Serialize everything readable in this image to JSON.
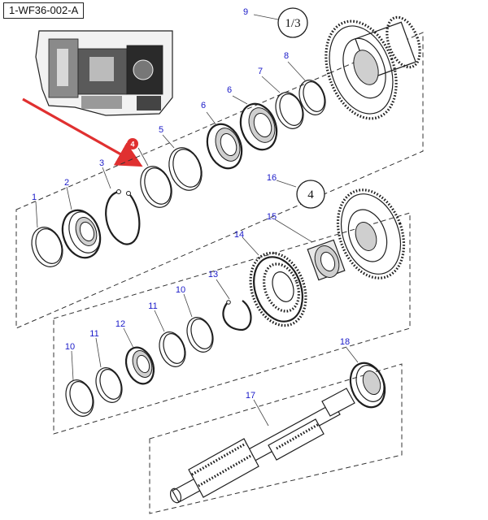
{
  "diagram": {
    "reference_code": "1-WF36-002-A",
    "highlight_badge": "4",
    "assembly_bubbles": {
      "upper": "1/3",
      "lower": "4"
    },
    "callouts": {
      "n1": "1",
      "n2": "2",
      "n3": "3",
      "n5": "5",
      "n6a": "6",
      "n6b": "6",
      "n7": "7",
      "n8": "8",
      "n9": "9",
      "n10a": "10",
      "n10b": "10",
      "n11a": "11",
      "n11b": "11",
      "n12": "12",
      "n13": "13",
      "n14": "14",
      "n15": "15",
      "n16": "16",
      "n17": "17",
      "n18": "18"
    },
    "colors": {
      "callout": "#1a1ac8",
      "highlight": "#e03030",
      "line": "#1e1e1e"
    },
    "icons": [
      "red-arrow-pointer",
      "transmission-housing-thumbnail"
    ]
  }
}
